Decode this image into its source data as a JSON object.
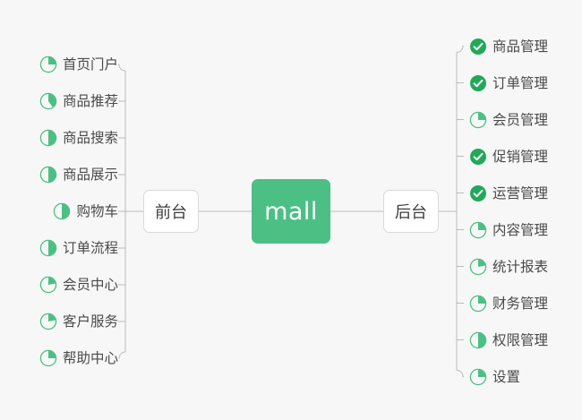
{
  "diagram": {
    "type": "mind-map",
    "background_color": "#f7f7f7",
    "accent_color": "#4cbf85",
    "check_color": "#22a85a",
    "line_color": "#bbbbbb",
    "text_color": "#4a4a4a",
    "root": {
      "label": "mall"
    },
    "branches": [
      {
        "id": "frontend",
        "label": "前台",
        "side": "left",
        "leaves": [
          {
            "label": "首页门户",
            "icon": "pie-icon",
            "progress": 25
          },
          {
            "label": "商品推荐",
            "icon": "pie-icon",
            "progress": 40
          },
          {
            "label": "商品搜索",
            "icon": "pie-icon",
            "progress": 50
          },
          {
            "label": "商品展示",
            "icon": "pie-icon",
            "progress": 50
          },
          {
            "label": "购物车",
            "icon": "pie-icon",
            "progress": 50
          },
          {
            "label": "订单流程",
            "icon": "pie-icon",
            "progress": 50
          },
          {
            "label": "会员中心",
            "icon": "pie-icon",
            "progress": 22
          },
          {
            "label": "客户服务",
            "icon": "pie-icon",
            "progress": 22
          },
          {
            "label": "帮助中心",
            "icon": "pie-icon",
            "progress": 25
          }
        ]
      },
      {
        "id": "backend",
        "label": "后台",
        "side": "right",
        "leaves": [
          {
            "label": "商品管理",
            "icon": "check-circle-icon",
            "progress": 100
          },
          {
            "label": "订单管理",
            "icon": "check-circle-icon",
            "progress": 100
          },
          {
            "label": "会员管理",
            "icon": "pie-icon",
            "progress": 25
          },
          {
            "label": "促销管理",
            "icon": "check-circle-icon",
            "progress": 100
          },
          {
            "label": "运营管理",
            "icon": "check-circle-icon",
            "progress": 100
          },
          {
            "label": "内容管理",
            "icon": "pie-icon",
            "progress": 25
          },
          {
            "label": "统计报表",
            "icon": "pie-icon",
            "progress": 22
          },
          {
            "label": "财务管理",
            "icon": "pie-icon",
            "progress": 25
          },
          {
            "label": "权限管理",
            "icon": "pie-icon",
            "progress": 50
          },
          {
            "label": "设置",
            "icon": "pie-icon",
            "progress": 25
          }
        ]
      }
    ]
  }
}
